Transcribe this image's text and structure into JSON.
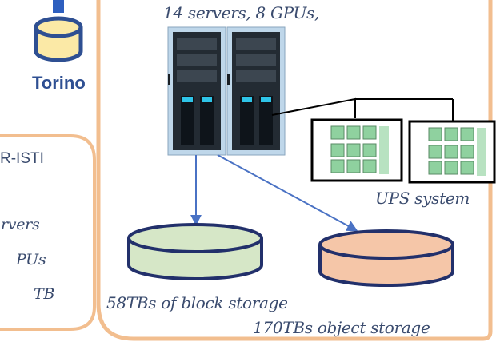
{
  "site_left": {
    "city_label": "Torino"
  },
  "site_left_panel": {
    "heading_fragment": "R-ISTI",
    "line_servers": "rvers",
    "line_gpus": "PUs",
    "line_storage": "TB"
  },
  "site_main": {
    "compute_caption": "14 servers, 8 GPUs,",
    "ups_caption": "UPS system",
    "block_storage_caption": "58TBs of block storage",
    "object_storage_caption": "170TBs object storage"
  },
  "colors": {
    "panel_border": "#f2be8f",
    "rack_frame": "#bfd7ea",
    "rack_body": "#232b33",
    "arrow": "#4a72c4",
    "block_storage_fill": "#d6e7c7",
    "object_storage_fill": "#f5c6a8",
    "storage_outline": "#22306b",
    "ups_fill": "#8fd19f",
    "db_icon_fill": "#fbe9a6",
    "db_icon_stroke": "#2e4f92"
  }
}
